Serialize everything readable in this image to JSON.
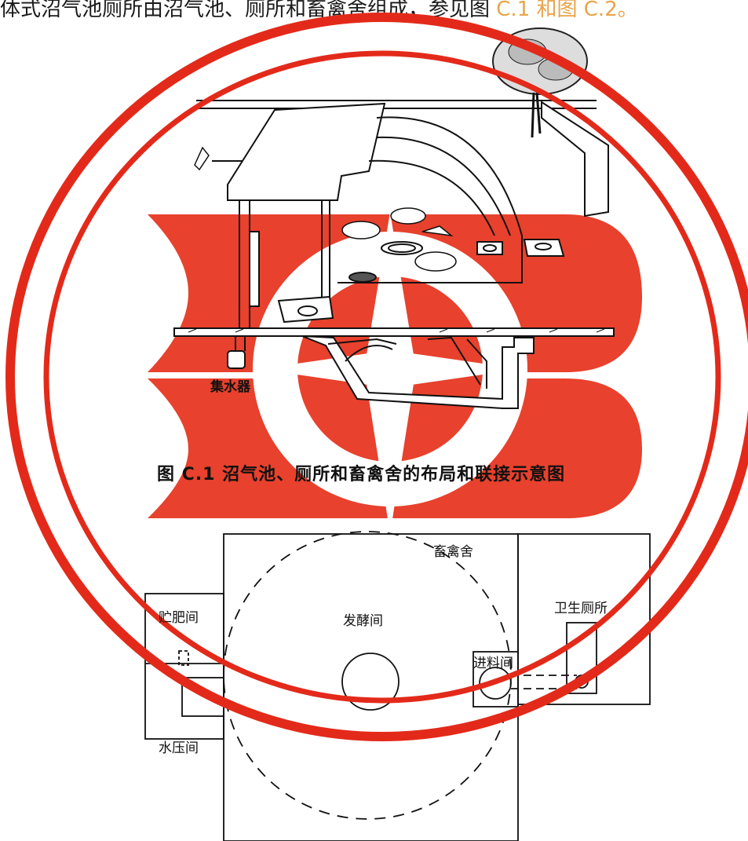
{
  "header_text": "体式沼气池厕所由沼气池、厕所和畜禽舍组成，参见图",
  "header_tail": "C.1 和图 C.2。",
  "figure1": {
    "water_collector_label": "集水器",
    "caption": "图 C.1   沼气池、厕所和畜禽舍的布局和联接示意图"
  },
  "figure2": {
    "livestock_label": "畜禽舍",
    "manure_storage_label": "贮肥间",
    "fermentation_label": "发酵间",
    "feed_inlet_label": "进料间",
    "toilet_label": "卫生厕所",
    "hydraulic_label": "水压间"
  },
  "stamp_colors": {
    "ring": "#e32a1a",
    "fill": "#e8412d"
  }
}
